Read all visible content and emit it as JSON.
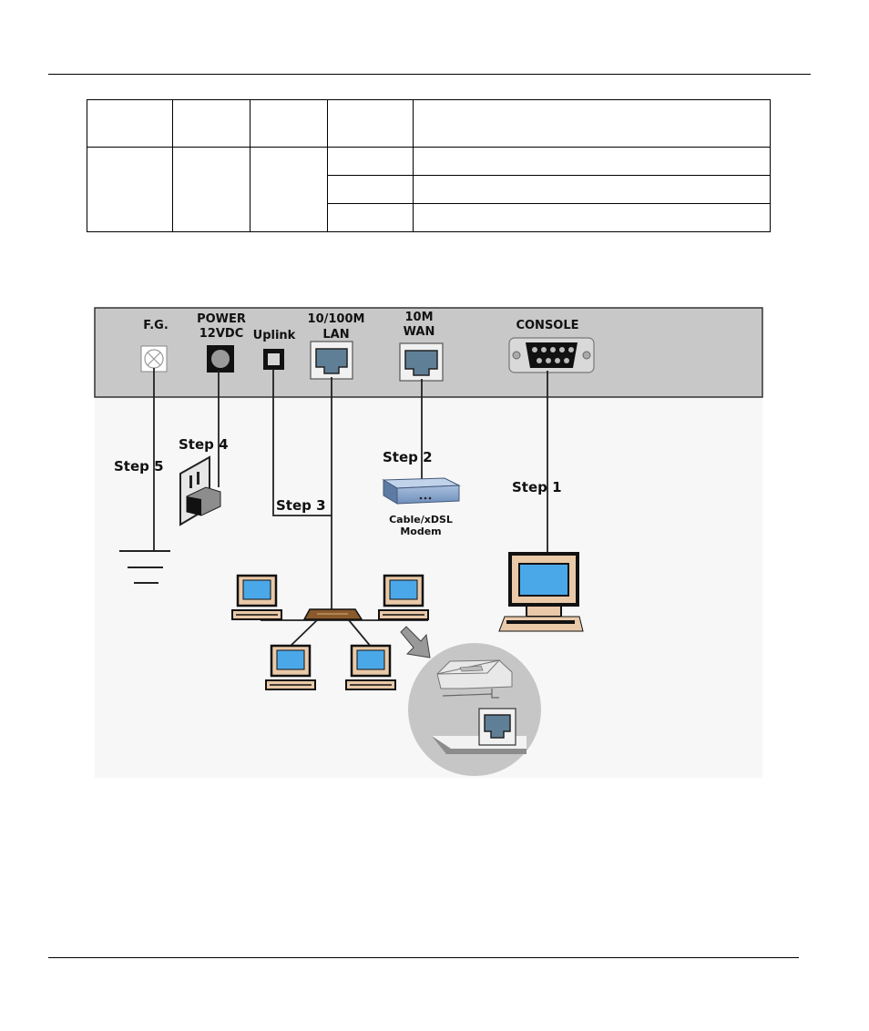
{
  "ports": {
    "fg": "F.G.",
    "power_line1": "POWER",
    "power_line2": "12VDC",
    "uplink": "Uplink",
    "lan_line1": "10/100M",
    "lan_line2": "LAN",
    "wan_line1": "10M",
    "wan_line2": "WAN",
    "console": "CONSOLE"
  },
  "steps": {
    "step1": "Step 1",
    "step2": "Step 2",
    "step3": "Step 3",
    "step4": "Step 4",
    "step5": "Step 5"
  },
  "modem": {
    "line1": "Cable/xDSL",
    "line2": "Modem"
  },
  "colors": {
    "panel": "#c8c8c8",
    "screen": "#4aa8e8",
    "monitor_frame": "#e9c9a8",
    "modem_body": "#7f9ec6",
    "hub": "#8a5a2c",
    "circle": "#c6c6c6",
    "background_area": "#f7f7f7"
  }
}
